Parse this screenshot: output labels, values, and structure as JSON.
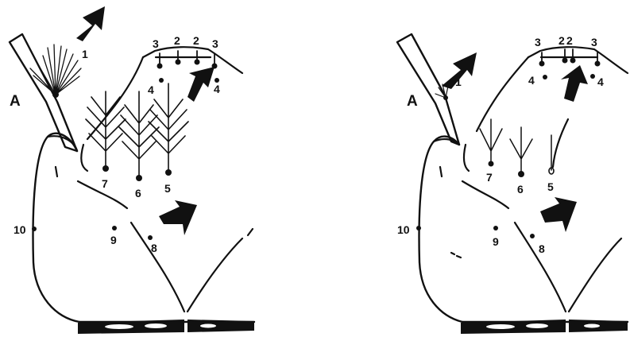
{
  "colors": {
    "ink": "#111111",
    "paper": "#ffffff"
  },
  "panels": [
    {
      "panel_label": "A",
      "variant": "full-bristles",
      "labels": {
        "n1": "1",
        "n2a": "2",
        "n2b": "2",
        "n3a": "3",
        "n3b": "3",
        "n4a": "4",
        "n4b": "4",
        "n5": "5",
        "n6": "6",
        "n7": "7",
        "n8": "8",
        "n9": "9",
        "n10": "10"
      },
      "arrows": [
        "arrow-pointing-to-bristle-1",
        "arrow-pointing-to-bristle-4",
        "arrow-pointing-to-bristle-8"
      ]
    },
    {
      "panel_label": "A",
      "variant": "reduced-bristles",
      "labels": {
        "n1": "1",
        "n2a": "2",
        "n2b": "2",
        "n3a": "3",
        "n3b": "3",
        "n4a": "4",
        "n4b": "4",
        "n5": "5",
        "n6": "6",
        "n7": "7",
        "n8": "8",
        "n9": "9",
        "n10": "10"
      },
      "arrows": [
        "arrow-pointing-to-bristle-1",
        "arrow-pointing-to-bristle-2",
        "arrow-pointing-to-bristle-8"
      ]
    }
  ]
}
